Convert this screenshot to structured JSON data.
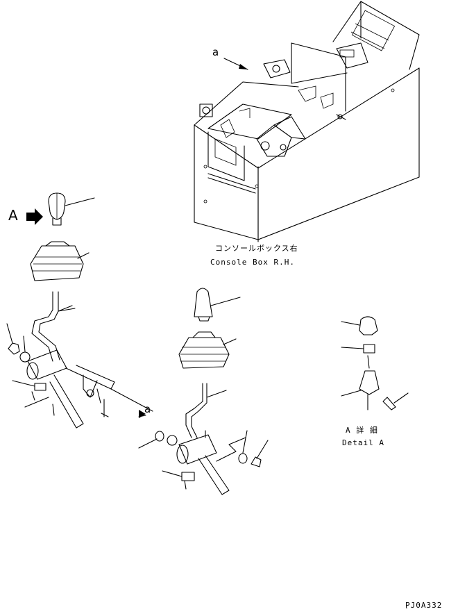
{
  "labels": {
    "arrow_a_top": "a",
    "arrow_a_bottom": "a",
    "view_arrow": "A",
    "console_jp": "コンソールボックス右",
    "console_en": "Console Box R.H.",
    "detail_jp": "A 詳 細",
    "detail_en": "Detail A",
    "drawing_code": "PJ0A332"
  },
  "icons": {
    "view_arrow": "right-block-arrow-icon"
  }
}
